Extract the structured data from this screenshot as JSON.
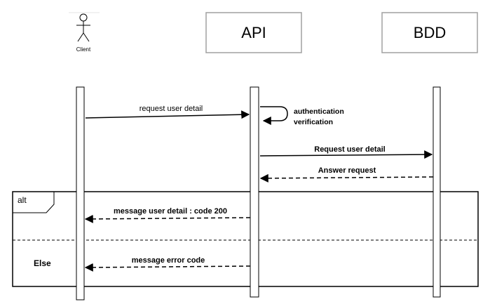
{
  "participants": {
    "client": {
      "label": "Client"
    },
    "api": {
      "label": "API"
    },
    "bdd": {
      "label": "BDD"
    }
  },
  "messages": [
    {
      "text": "request user detail",
      "from": "client",
      "to": "api",
      "style": "solid"
    },
    {
      "text": "authentication verification",
      "line1": "authentication",
      "line2": "verification",
      "from": "api",
      "to": "api",
      "style": "self"
    },
    {
      "text": "Request user detail",
      "from": "api",
      "to": "bdd",
      "style": "solid"
    },
    {
      "text": "Answer request",
      "from": "bdd",
      "to": "api",
      "style": "dashed"
    },
    {
      "text": "message user detail : code 200",
      "from": "api",
      "to": "client",
      "style": "dashed"
    },
    {
      "text": "message error code",
      "from": "api",
      "to": "client",
      "style": "dashed"
    }
  ],
  "fragment": {
    "operator": "alt",
    "else_label": "Else"
  }
}
